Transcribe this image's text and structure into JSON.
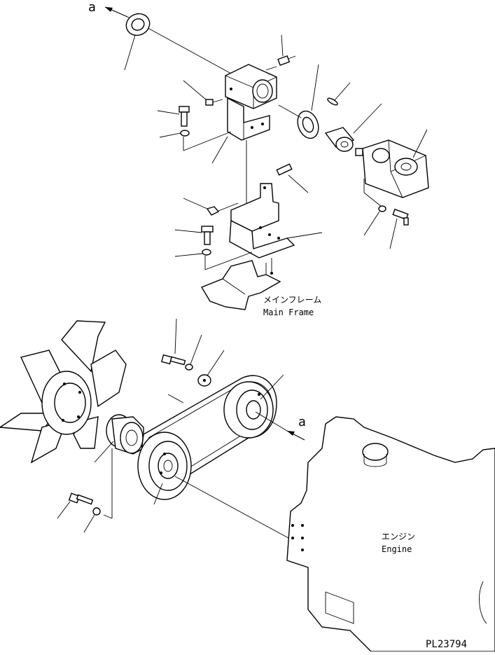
{
  "arrow_label_top": "a",
  "arrow_label_mid": "a",
  "main_frame_jp": "メインフレーム",
  "main_frame_en": "Main Frame",
  "engine_jp": "エンジン",
  "engine_en": "Engine",
  "drawing_number": "PL23794"
}
